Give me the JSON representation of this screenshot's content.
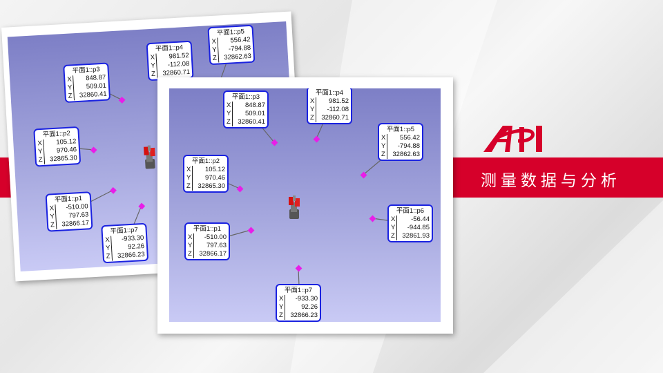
{
  "slide": {
    "logo_text": "API",
    "title": "测量数据与分析",
    "brand_color": "#d6002a"
  },
  "points": [
    {
      "name": "平面1::p1",
      "x": "-510.00",
      "y": "797.63",
      "z": "32866.17"
    },
    {
      "name": "平面1::p2",
      "x": "105.12",
      "y": "970.46",
      "z": "32865.30"
    },
    {
      "name": "平面1::p3",
      "x": "848.87",
      "y": "509.01",
      "z": "32860.41"
    },
    {
      "name": "平面1::p4",
      "x": "981.52",
      "y": "-112.08",
      "z": "32860.71"
    },
    {
      "name": "平面1::p5",
      "x": "556.42",
      "y": "-794.88",
      "z": "32862.63"
    },
    {
      "name": "平面1::p6",
      "x": "-56.44",
      "y": "-944.85",
      "z": "32861.93"
    },
    {
      "name": "平面1::p7",
      "x": "-933.30",
      "y": "92.26",
      "z": "32866.23"
    }
  ],
  "axis_labels": {
    "x": "X",
    "y": "Y",
    "z": "Z"
  }
}
